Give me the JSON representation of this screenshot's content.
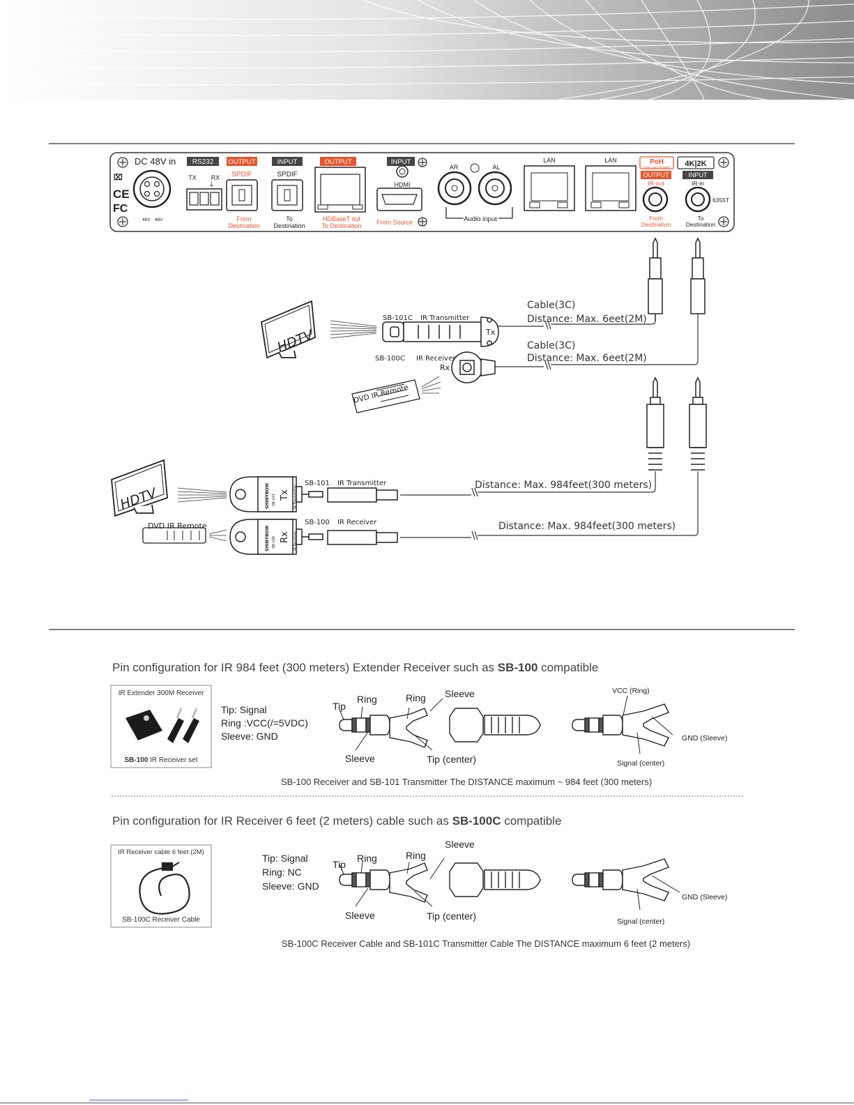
{
  "panel": {
    "dc_label": "DC 48V in",
    "rs232_label": "RS232",
    "rs232_pins": [
      "TX",
      "RX"
    ],
    "spdif_out": {
      "tag": "OUTPUT",
      "name": "SPDIF",
      "caption_1": "From",
      "caption_2": "Destination"
    },
    "spdif_in": {
      "tag": "INPUT",
      "name": "SPDIF",
      "caption_1": "To",
      "caption_2": "Destination"
    },
    "hdbaset": {
      "tag": "OUTPUT",
      "caption_1": "HDBaseT  out",
      "caption_2": "To Destination"
    },
    "hdmi": {
      "tag": "INPUT",
      "name": "HDMI",
      "caption": "From Source"
    },
    "audio": {
      "ar": "AR",
      "al": "AL",
      "caption": "Audio input"
    },
    "lan_labels": [
      "LAN",
      "LAN"
    ],
    "poe_badge": "PoH",
    "poe_sub": "Power Over HDBaseT",
    "k4_badge": "4K|2K",
    "ir_out": {
      "tag": "OUTPUT",
      "name": "IR-out",
      "caption_1": "From",
      "caption_2": "Destination"
    },
    "ir_in": {
      "tag": "INPUT",
      "name": "IR-in",
      "caption_1": "To",
      "caption_2": "Destination"
    },
    "model": "6355T",
    "power_labels": [
      "48V",
      "48V"
    ],
    "colors": {
      "accent": "#e8542c",
      "dark_tag": "#444444"
    }
  },
  "diagram": {
    "hdtv": "HDTV",
    "dvd_remote": "DVD IR Remote",
    "sb101c": {
      "model": "SB-101C",
      "name": "IR Transmitter",
      "code": "Tx"
    },
    "sb100c": {
      "model": "SB-100C",
      "name": "IR Receiver",
      "code": "Rx"
    },
    "cable_label": "Cable(3C)",
    "short_distance": "Distance: Max. 6eet(2M)",
    "sb101": {
      "model": "SB-101",
      "name": "IR Transmitter",
      "code": "Tx",
      "brand": "SHINYBOW",
      "tag": "IR Transmitter"
    },
    "sb100": {
      "model": "SB-100",
      "name": "IR Receiver",
      "code": "Rx",
      "brand": "SHINYBOW",
      "tag": "IR Receiver"
    },
    "long_distance": "Distance: Max. 984feet(300 meters)"
  },
  "pin_sections": [
    {
      "title_prefix": "Pin configuration for IR 984 feet (300 meters) Extender Receiver such as ",
      "title_bold": "SB-100",
      "title_suffix": " compatible",
      "photo_title": "IR Extender 300M Receiver",
      "photo_caption_bold": "SB-100",
      "photo_caption": "IR Receiver set",
      "spec": [
        "Tip: Signal",
        "Ring :VCC(/=5VDC)",
        "Sleeve: GND"
      ],
      "plug_labels": {
        "tip": "Tip",
        "ring1": "Ring",
        "ring2": "Ring",
        "sleeve_top": "Sleeve",
        "sleeve_bottom": "Sleeve",
        "tip_center": "Tip (center)"
      },
      "right_labels": {
        "vcc": "VCC (Ring)",
        "gnd": "GND (Sleeve)",
        "signal": "Signal (center)"
      },
      "footer": "SB-100 Receiver and SB-101 Transmitter  The DISTANCE maximum ~ 984 feet (300 meters)"
    },
    {
      "title_prefix": "Pin configuration for IR Receiver 6 feet (2 meters) cable such as ",
      "title_bold": "SB-100C",
      "title_suffix": " compatible",
      "photo_title": "IR Receiver cable 6 feet (2M)",
      "photo_caption_bold": "",
      "photo_caption": "SB-100C  Receiver Cable",
      "spec": [
        "Tip: Signal",
        "Ring: NC",
        "Sleeve: GND"
      ],
      "plug_labels": {
        "tip": "Tip",
        "ring1": "Ring",
        "ring2": "Ring",
        "sleeve_top": "Sleeve",
        "sleeve_bottom": "Sleeve",
        "tip_center": "Tip (center)"
      },
      "right_labels": {
        "gnd": "GND (Sleeve)",
        "signal": "Signal (center)"
      },
      "footer": "SB-100C Receiver Cable and SB-101C Transmitter Cable  The DISTANCE maximum 6 feet (2 meters)"
    }
  ]
}
